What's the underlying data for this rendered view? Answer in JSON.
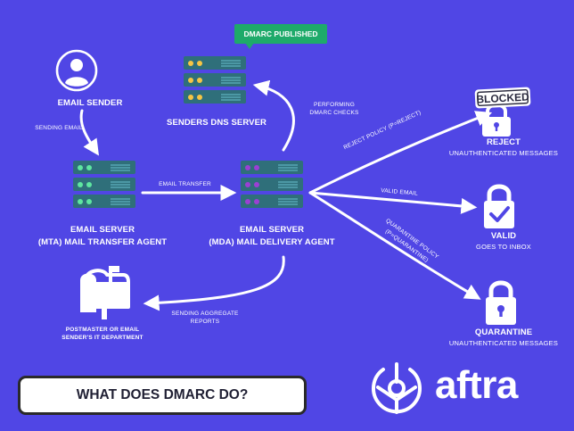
{
  "colors": {
    "background": "#5046e5",
    "server_body": "#2f6f7a",
    "badge": "#1eaa6a",
    "dot_yellow": "#f6c544",
    "dot_green": "#5ee6a0",
    "dot_purple": "#9b3fd4"
  },
  "badge": {
    "label": "DMARC PUBLISHED"
  },
  "nodes": {
    "sender": {
      "label": "EMAIL SENDER"
    },
    "dns": {
      "label": "SENDERS DNS SERVER"
    },
    "mta": {
      "line1": "EMAIL SERVER",
      "line2": "(MTA) MAIL TRANSFER AGENT"
    },
    "mda": {
      "line1": "EMAIL SERVER",
      "line2": "(MDA) MAIL DELIVERY AGENT"
    },
    "postmaster": {
      "line1": "POSTMASTER OR EMAIL",
      "line2": "SENDER'S IT DEPARTMENT"
    }
  },
  "edges": {
    "sending_email": "SENDING EMAIL",
    "email_transfer": "EMAIL TRANSFER",
    "dmarc_checks_line1": "PERFORMING",
    "dmarc_checks_line2": "DMARC CHECKS",
    "reports_line1": "SENDING AGGREGATE",
    "reports_line2": "REPORTS",
    "reject_policy": "REJECT POLICY (P=REJECT)",
    "valid_email": "VALID EMAIL",
    "quarantine_line1": "QUARANTINE POLICY",
    "quarantine_line2": "(P=QUARANTINE)"
  },
  "outcomes": {
    "reject": {
      "title": "REJECT",
      "subtitle": "UNAUTHENTICATED MESSAGES",
      "stamp": "BLOCKED"
    },
    "valid": {
      "title": "VALID",
      "subtitle": "GOES TO INBOX"
    },
    "quarantine": {
      "title": "QUARANTINE",
      "subtitle": "UNAUTHENTICATED MESSAGES"
    }
  },
  "footer": {
    "title": "WHAT DOES DMARC DO?",
    "brand": "aftra"
  }
}
